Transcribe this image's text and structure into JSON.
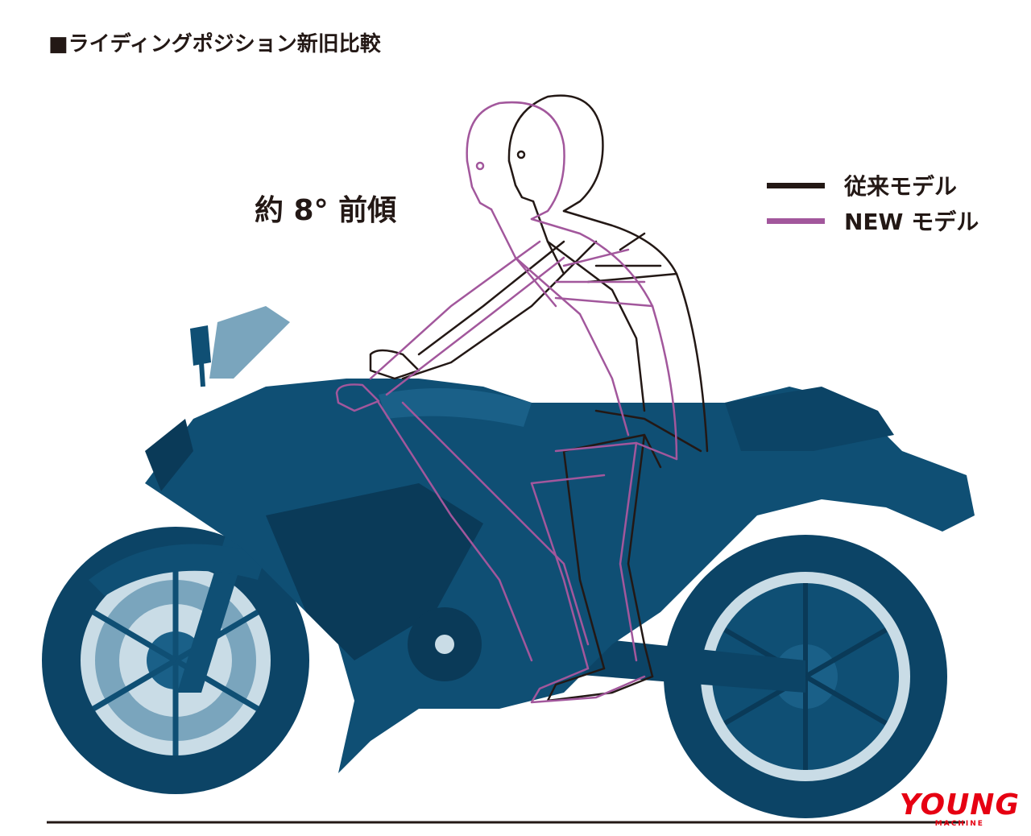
{
  "title": "■ライディングポジション新旧比較",
  "angle_label": "約 8° 前傾",
  "legend": [
    {
      "label": "従来モデル",
      "color": "#231815"
    },
    {
      "label": "NEW モデル",
      "color": "#a2579c"
    }
  ],
  "colors": {
    "bike": "#0f4f74",
    "bike_shade": "#0a3a58",
    "bike_light": "#4d8fb0",
    "old_rider": "#231815",
    "new_rider": "#a2579c",
    "ground": "#231815"
  },
  "watermark": {
    "main": "YOUNG",
    "sub": "MACHINE"
  }
}
